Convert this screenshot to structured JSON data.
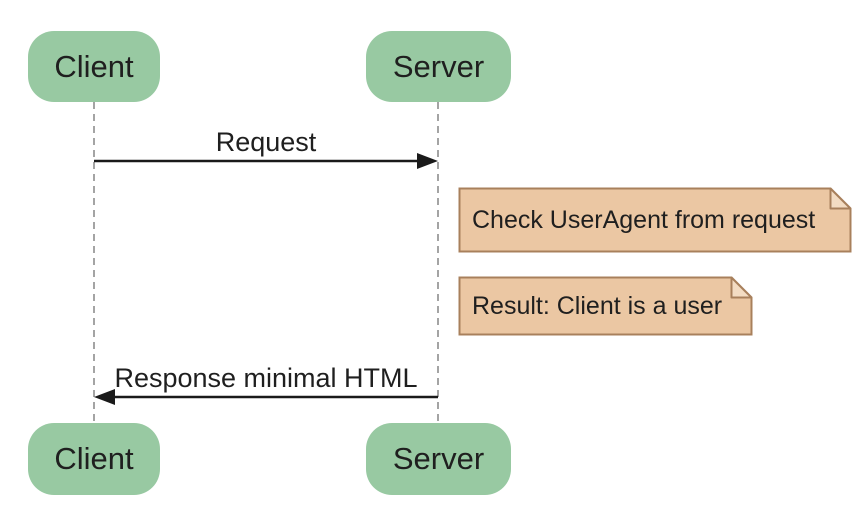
{
  "diagram": {
    "type": "sequence",
    "actors": [
      {
        "id": "client",
        "label": "Client"
      },
      {
        "id": "server",
        "label": "Server"
      }
    ],
    "messages": [
      {
        "from": "client",
        "to": "server",
        "label": "Request"
      },
      {
        "from": "server",
        "to": "client",
        "label": "Response minimal HTML"
      }
    ],
    "notes": [
      {
        "text": "Check UserAgent from request"
      },
      {
        "text": "Result: Client is a user"
      }
    ],
    "colors": {
      "background": "#ffffff",
      "actor_fill": "#98c9a2",
      "note_fill": "#ebc7a3",
      "note_fold": "#f3dcc3",
      "note_border": "#a8805c",
      "lifeline": "#8e8e8e",
      "line": "#1a1a1a",
      "text": "#1f1f1f"
    }
  }
}
